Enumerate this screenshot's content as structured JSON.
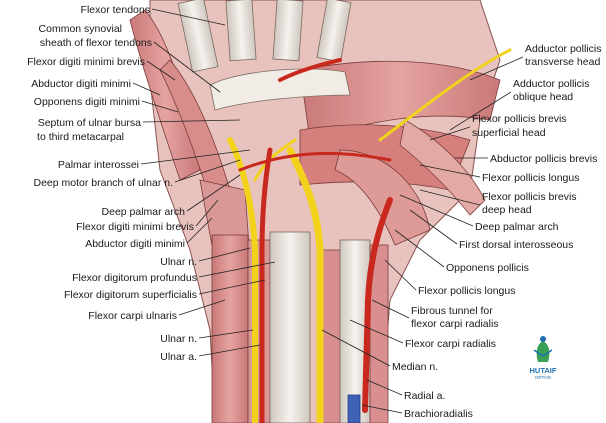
{
  "labels": {
    "flexor_tendons": "Flexor tendons",
    "common_synovial_1": "Common synovial",
    "common_synovial_2": "sheath of flexor tendons",
    "fdmb_top": "Flexor digiti minimi brevis",
    "abductor_dm_top": "Abductor digiti minimi",
    "opponens_dm": "Opponens digiti minimi",
    "septum_1": "Septum of ulnar bursa",
    "septum_2": "to third metacarpal",
    "palmar_interossei": "Palmar interossei",
    "deep_motor_branch": "Deep motor branch of ulnar n.",
    "deep_palmar_arch_left": "Deep palmar arch",
    "fdmb_bottom": "Flexor digiti minimi brevis",
    "abductor_dm_bottom": "Abductor digiti minimi",
    "ulnar_n_1": "Ulnar n.",
    "fdp": "Flexor digitorum profundus",
    "fds": "Flexor digitorum superficialis",
    "fcu": "Flexor carpi ulnaris",
    "ulnar_n_2": "Ulnar n.",
    "ulnar_a": "Ulnar a.",
    "add_poll_trans_1": "Adductor pollicis",
    "add_poll_trans_2": "transverse head",
    "add_poll_obl_1": "Adductor pollicis",
    "add_poll_obl_2": "oblique head",
    "fpb_sup_1": "Flexor pollicis brevis",
    "fpb_sup_2": "superficial head",
    "apb": "Abductor pollicis brevis",
    "fpl_top": "Flexor pollicis longus",
    "fpb_deep_1": "Flexor pollicis brevis",
    "fpb_deep_2": "deep head",
    "deep_palmar_arch_right": "Deep palmar arch",
    "first_dorsal_interosseous": "First dorsal interosseous",
    "opponens_pollicis": "Opponens pollicis",
    "fpl_bottom": "Flexor pollicis longus",
    "fibrous_tunnel_1": "Fibrous tunnel for",
    "fibrous_tunnel_2": "flexor carpi radialis",
    "fcr": "Flexor carpi radialis",
    "median_n": "Median n.",
    "radial_a": "Radial a.",
    "brachioradialis": "Brachioradialis"
  },
  "watermark": {
    "brand": "HUTAIF",
    "sub": "ORTHO"
  },
  "colors": {
    "muscle": "#d98f8f",
    "tendon": "#e9e3dc",
    "nerve": "#f2d21b",
    "artery": "#c9281e",
    "vein": "#3f62b8"
  }
}
